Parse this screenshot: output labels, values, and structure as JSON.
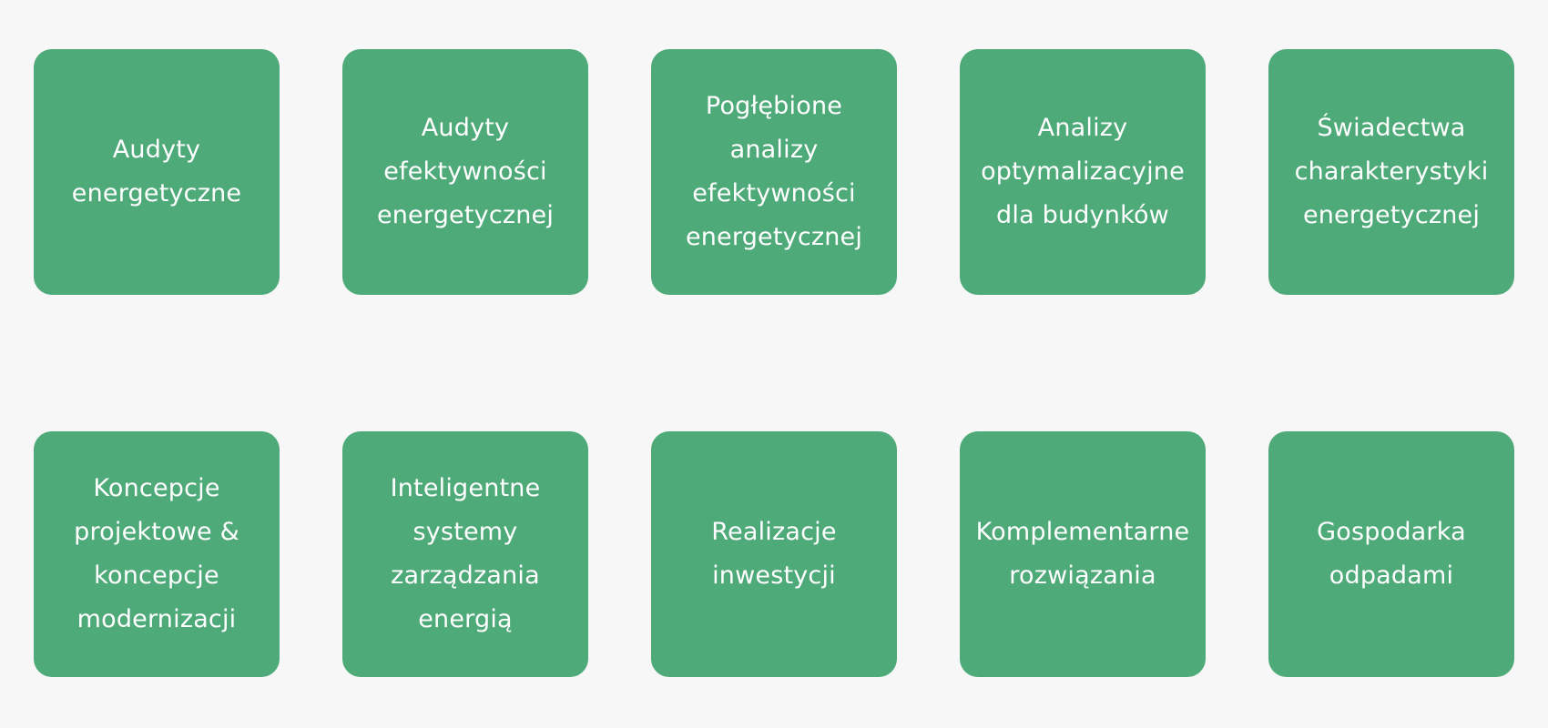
{
  "services": {
    "row1": [
      {
        "label": "Audyty\nenergetyczne"
      },
      {
        "label": "Audyty\nefektywności\nenergetycznej"
      },
      {
        "label": "Pogłębione\nanalizy\nefektywności\nenergetycznej"
      },
      {
        "label": "Analizy\noptymalizacyjne\ndla budynków"
      },
      {
        "label": "Świadectwa\ncharakterystyki\nenergetycznej"
      }
    ],
    "row2": [
      {
        "label": "Koncepcje\nprojektowe &\nkoncepcje\nmodernizacji"
      },
      {
        "label": "Inteligentne\nsystemy\nzarządzania\nenergią"
      },
      {
        "label": "Realizacje\ninwestycji"
      },
      {
        "label": "Komplementarne\nrozwiązania"
      },
      {
        "label": "Gospodarka\nodpadami"
      }
    ]
  },
  "colors": {
    "tile_background": "#4faa79",
    "tile_text": "#ffffff",
    "page_background": "#f7f7f7"
  }
}
